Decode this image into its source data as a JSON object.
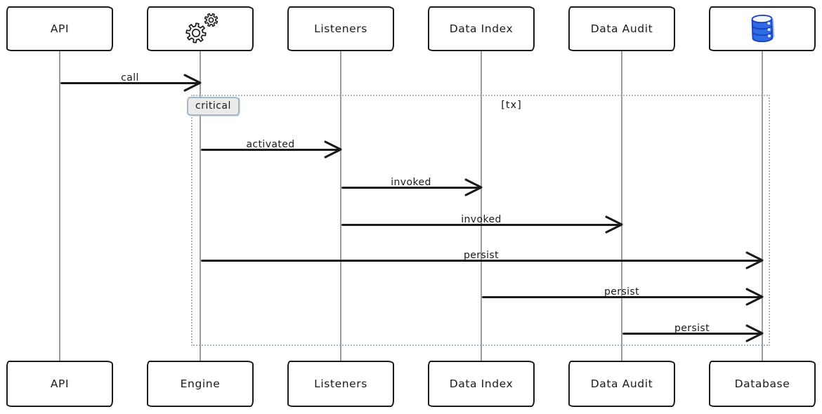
{
  "diagram": {
    "type": "sequence-diagram",
    "style": "hand-drawn / mermaid sketch",
    "actors": [
      {
        "label": "API",
        "top_representation": "text"
      },
      {
        "label": "Engine",
        "top_representation": "gears-icon"
      },
      {
        "label": "Listeners",
        "top_representation": "text"
      },
      {
        "label": "Data Index",
        "top_representation": "text"
      },
      {
        "label": "Data Audit",
        "top_representation": "text"
      },
      {
        "label": "Database",
        "top_representation": "database-icon"
      }
    ],
    "messages": [
      {
        "from": "API",
        "to": "Engine",
        "label": "call"
      },
      {
        "from": "Engine",
        "to": "Listeners",
        "label": "activated"
      },
      {
        "from": "Listeners",
        "to": "Data Index",
        "label": "invoked"
      },
      {
        "from": "Listeners",
        "to": "Data Audit",
        "label": "invoked"
      },
      {
        "from": "Engine",
        "to": "Database",
        "label": "persist"
      },
      {
        "from": "Data Index",
        "to": "Database",
        "label": "persist"
      },
      {
        "from": "Data Audit",
        "to": "Database",
        "label": "persist"
      }
    ],
    "block": {
      "kind_label": "critical",
      "condition_label": "[tx]",
      "contains_messages": [
        "activated",
        "invoked",
        "invoked",
        "persist",
        "persist",
        "persist"
      ]
    },
    "icons": [
      {
        "name": "gears-icon",
        "meaning": "Engine actor"
      },
      {
        "name": "database-icon",
        "meaning": "Database actor",
        "color": "#2e6ce4"
      }
    ],
    "colors": {
      "background": "#ffffff",
      "box_border": "#1b1b1b",
      "lifeline": "#9c9c9c",
      "arrow": "#1a1a1a",
      "frame_border": "#a6b6c3",
      "frame_label_bg": "#eaeaea",
      "database_blue": "#2e6ce4",
      "database_outline": "#1d40c0"
    }
  }
}
